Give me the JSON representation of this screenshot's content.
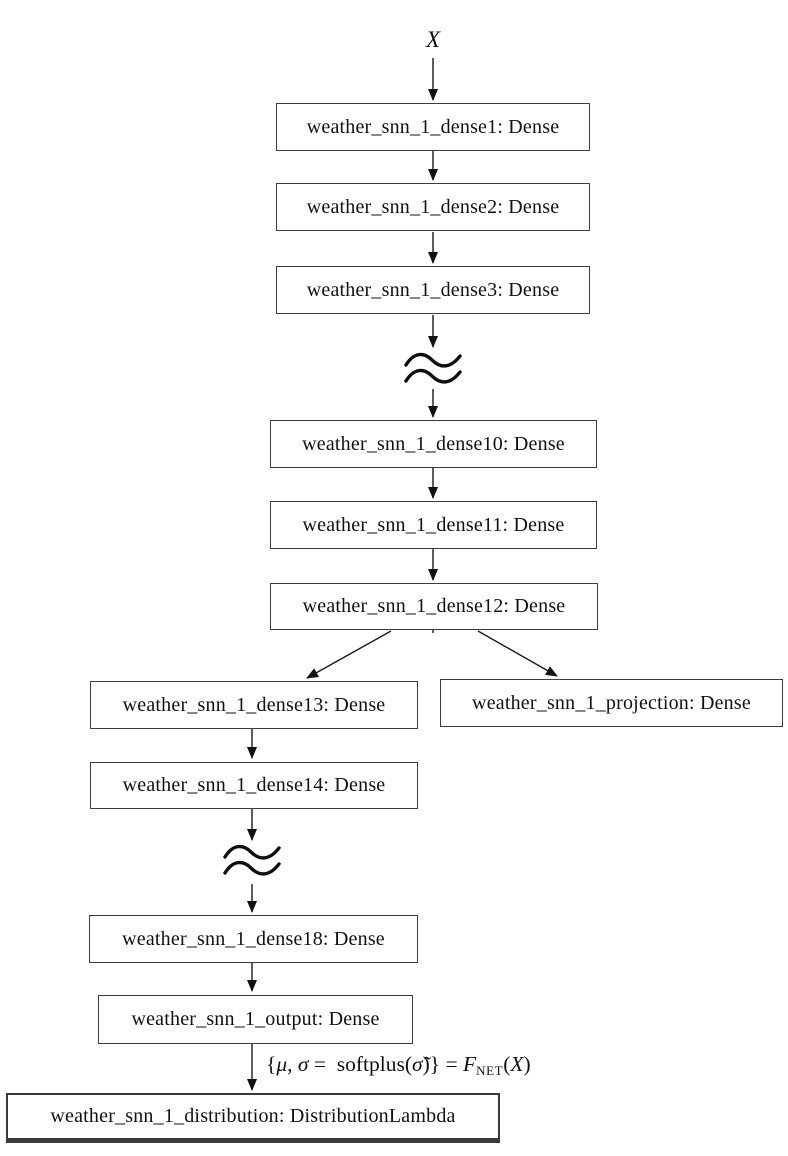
{
  "input": {
    "label": "X"
  },
  "nodes": [
    {
      "name": "dense1",
      "label": "weather_snn_1_dense1: Dense"
    },
    {
      "name": "dense2",
      "label": "weather_snn_1_dense2: Dense"
    },
    {
      "name": "dense3",
      "label": "weather_snn_1_dense3: Dense"
    },
    {
      "name": "dense10",
      "label": "weather_snn_1_dense10: Dense"
    },
    {
      "name": "dense11",
      "label": "weather_snn_1_dense11: Dense"
    },
    {
      "name": "dense12",
      "label": "weather_snn_1_dense12: Dense"
    },
    {
      "name": "dense13",
      "label": "weather_snn_1_dense13: Dense"
    },
    {
      "name": "projection",
      "label": "weather_snn_1_projection: Dense"
    },
    {
      "name": "dense14",
      "label": "weather_snn_1_dense14: Dense"
    },
    {
      "name": "dense18",
      "label": "weather_snn_1_dense18: Dense"
    },
    {
      "name": "output",
      "label": "weather_snn_1_output: Dense"
    },
    {
      "name": "distribution",
      "label": "weather_snn_1_distribution: DistributionLambda"
    }
  ],
  "formula": {
    "open": "{",
    "mu": "μ",
    "sep": ", ",
    "sigma": "σ",
    "eq": " =  ",
    "softplus": "softplus(",
    "sigma_tilde": "σ̃",
    "close": ")} = ",
    "F": "F",
    "sub": "NET",
    "lparen": "(",
    "X": "X",
    "rparen": ")"
  },
  "colors": {
    "background": "#ffffff",
    "node_border": "#3d3d3d",
    "edge": "#1a1a1a",
    "text": "#111111"
  }
}
